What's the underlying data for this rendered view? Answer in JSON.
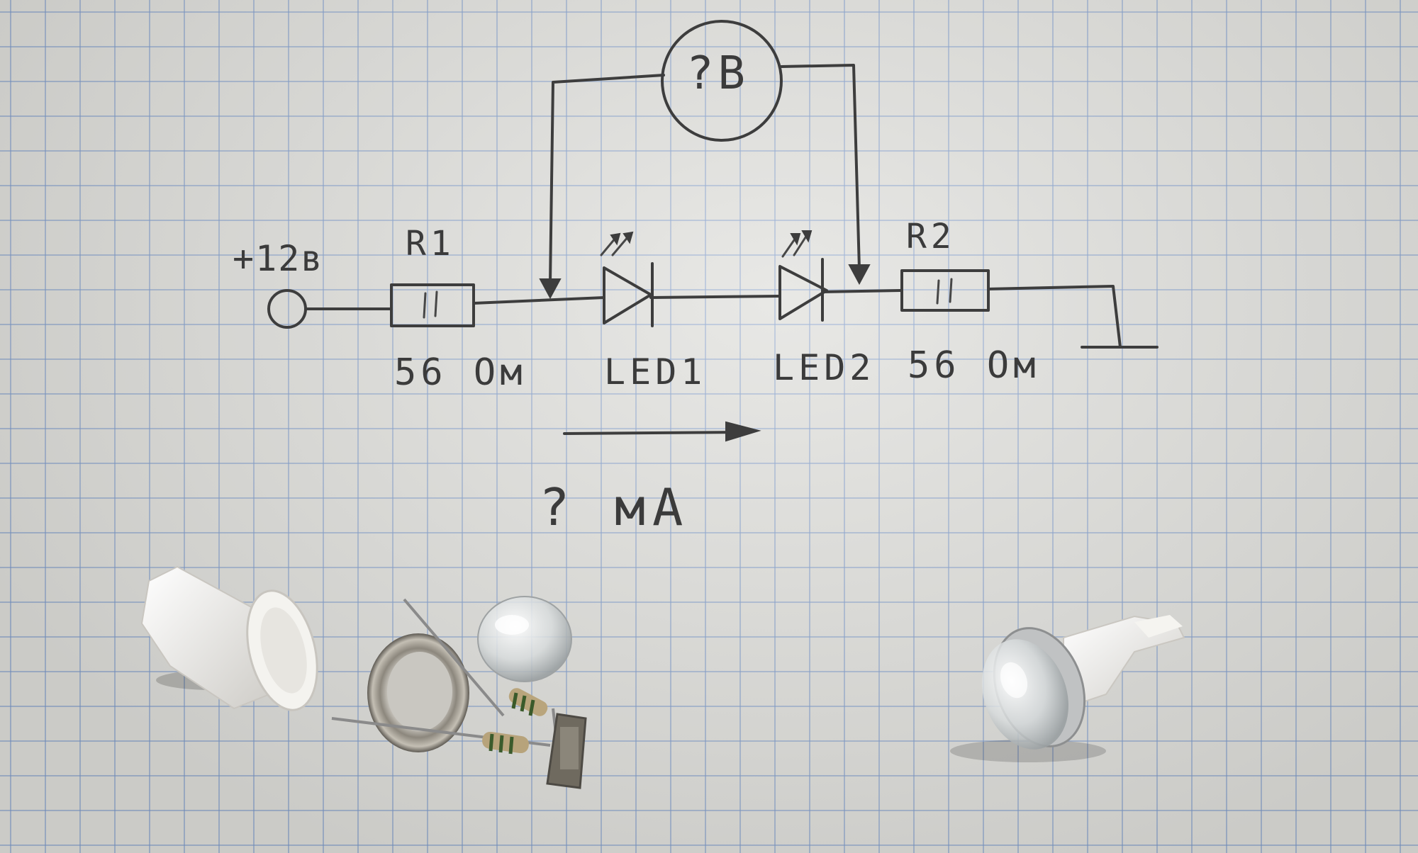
{
  "schematic": {
    "supply_label": "+12в",
    "r1_label": "R1",
    "r1_value": "56 Ом",
    "led1_label": "LED1",
    "led2_label": "LED2",
    "r2_label": "R2",
    "r2_value": "56 Ом",
    "voltmeter_label": "?В",
    "current_label": "? мА"
  },
  "colors": {
    "paper": "#dcdcd8",
    "grid": "#7896c8",
    "ink": "#3d3d3d"
  }
}
